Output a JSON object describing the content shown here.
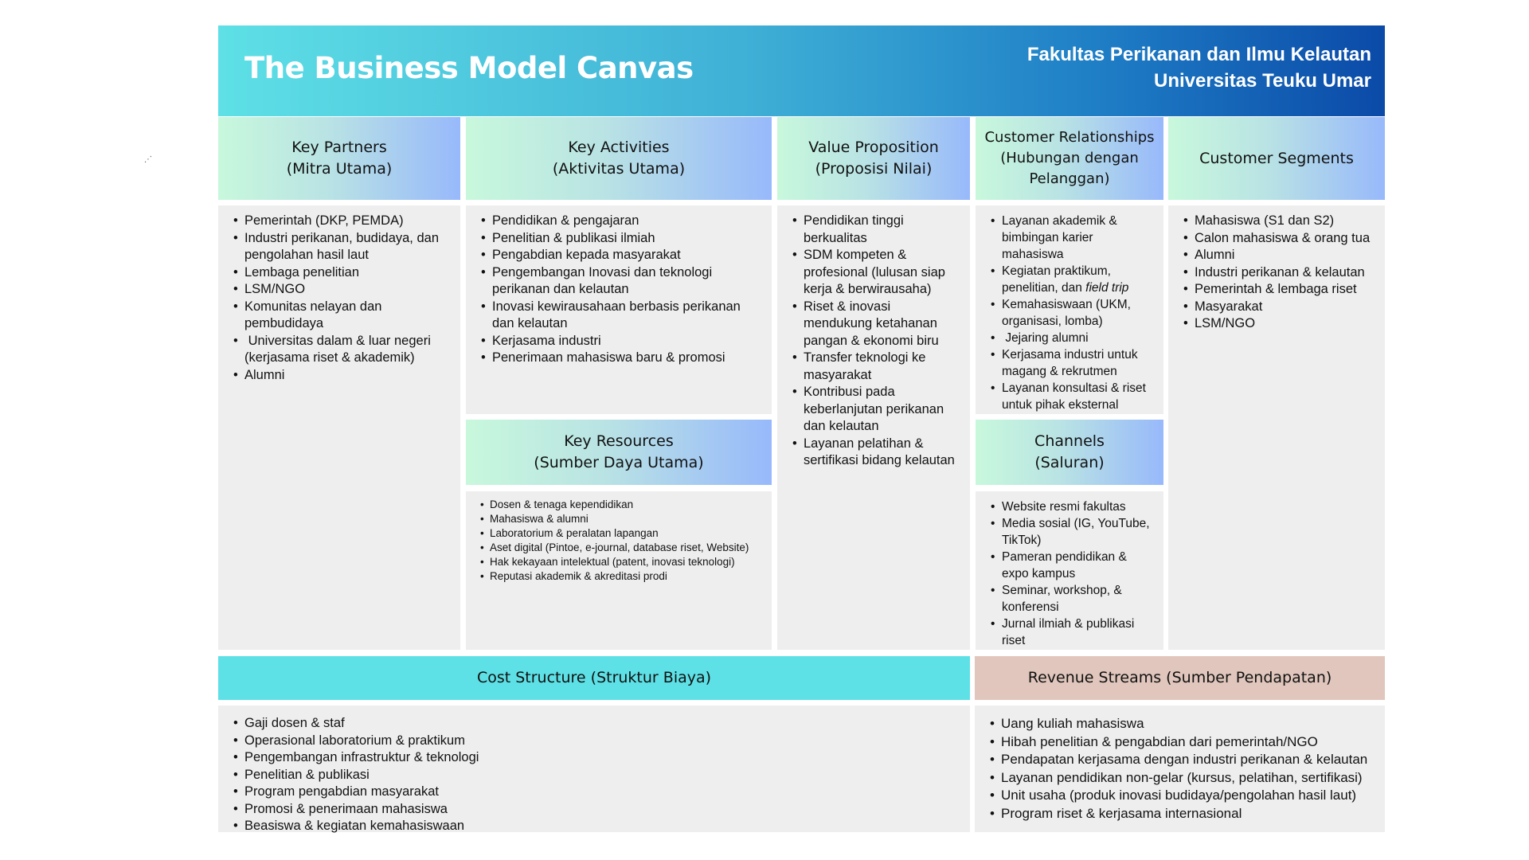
{
  "banner": {
    "title": "The Business Model Canvas",
    "subtitle_line1": "Fakultas Perikanan dan Ilmu Kelautan",
    "subtitle_line2": "Universitas Teuku Umar"
  },
  "colors": {
    "banner_start": "#5ee0e6",
    "banner_end": "#0b4aa8",
    "section_header_start": "#c8f8dc",
    "section_header_end": "#98b9fb",
    "cost_header": "#5ee1e6",
    "revenue_header": "#e0c6bc",
    "content_bg": "#eeeeee"
  },
  "sections": {
    "key_partners": {
      "title": "Key Partners\n(Mitra Utama)",
      "items": [
        "Pemerintah (DKP, PEMDA)",
        "Industri perikanan, budidaya, dan pengolahan hasil laut",
        "Lembaga penelitian",
        "LSM/NGO",
        "Komunitas nelayan dan pembudidaya",
        " Universitas dalam & luar negeri (kerjasama riset & akademik)",
        "Alumni"
      ]
    },
    "key_activities": {
      "title": "Key Activities\n(Aktivitas Utama)",
      "items": [
        "Pendidikan & pengajaran",
        "Penelitian & publikasi ilmiah",
        "Pengabdian kepada masyarakat",
        "Pengembangan Inovasi dan teknologi perikanan dan kelautan",
        "Inovasi kewirausahaan berbasis perikanan dan kelautan",
        "Kerjasama industri",
        "Penerimaan mahasiswa baru & promosi"
      ]
    },
    "key_resources": {
      "title": "Key Resources\n(Sumber Daya Utama)",
      "items": [
        "Dosen & tenaga kependidikan",
        "Mahasiswa & alumni",
        "Laboratorium & peralatan lapangan",
        "Aset digital (Pintoe, e-journal, database riset, Website)",
        "Hak kekayaan intelektual (patent, inovasi teknologi)",
        "Reputasi akademik & akreditasi prodi"
      ]
    },
    "value_proposition": {
      "title": "Value Proposition\n(Proposisi Nilai)",
      "items": [
        "Pendidikan tinggi berkualitas",
        "SDM kompeten & profesional (lulusan siap kerja & berwirausaha)",
        "Riset & inovasi mendukung ketahanan pangan & ekonomi biru",
        "Transfer teknologi ke masyarakat",
        "Kontribusi pada keberlanjutan perikanan dan kelautan",
        "Layanan pelatihan & sertifikasi bidang kelautan"
      ]
    },
    "customer_relationships": {
      "title": "Customer Relationships\n(Hubungan dengan\nPelanggan)",
      "items": [
        "Layanan akademik & bimbingan karier mahasiswa",
        "Kegiatan praktikum, penelitian, dan ",
        "Kemahasiswaan (UKM, organisasi, lomba)",
        " Jejaring alumni",
        "Kerjasama industri untuk magang & rekrutmen",
        "Layanan konsultasi & riset untuk pihak eksternal"
      ],
      "italic_suffix_item2": "field trip"
    },
    "channels": {
      "title": "Channels\n(Saluran)",
      "items": [
        "Website resmi fakultas",
        "Media sosial (IG, YouTube, TikTok)",
        "Pameran pendidikan & expo kampus",
        "Seminar, workshop, & konferensi",
        "Jurnal ilmiah & publikasi riset"
      ]
    },
    "customer_segments": {
      "title": "Customer Segments",
      "items": [
        "Mahasiswa (S1 dan S2)",
        "Calon mahasiswa & orang tua",
        "Alumni",
        "Industri perikanan & kelautan",
        "Pemerintah & lembaga riset",
        "Masyarakat",
        "LSM/NGO"
      ]
    },
    "cost_structure": {
      "title": "Cost Structure (Struktur Biaya)",
      "items": [
        "Gaji dosen & staf",
        "Operasional laboratorium & praktikum",
        "Pengembangan infrastruktur & teknologi",
        "Penelitian & publikasi",
        "Program pengabdian masyarakat",
        "Promosi & penerimaan mahasiswa",
        "Beasiswa & kegiatan kemahasiswaan"
      ]
    },
    "revenue_streams": {
      "title": "Revenue Streams (Sumber Pendapatan)",
      "items": [
        "Uang kuliah mahasiswa",
        "Hibah penelitian & pengabdian dari pemerintah/NGO",
        "Pendapatan kerjasama dengan industri perikanan & kelautan",
        "Layanan pendidikan non-gelar (kursus, pelatihan, sertifikasi)",
        "Unit usaha (produk inovasi budidaya/pengolahan hasil laut)",
        "Program riset & kerjasama internasional"
      ]
    }
  }
}
